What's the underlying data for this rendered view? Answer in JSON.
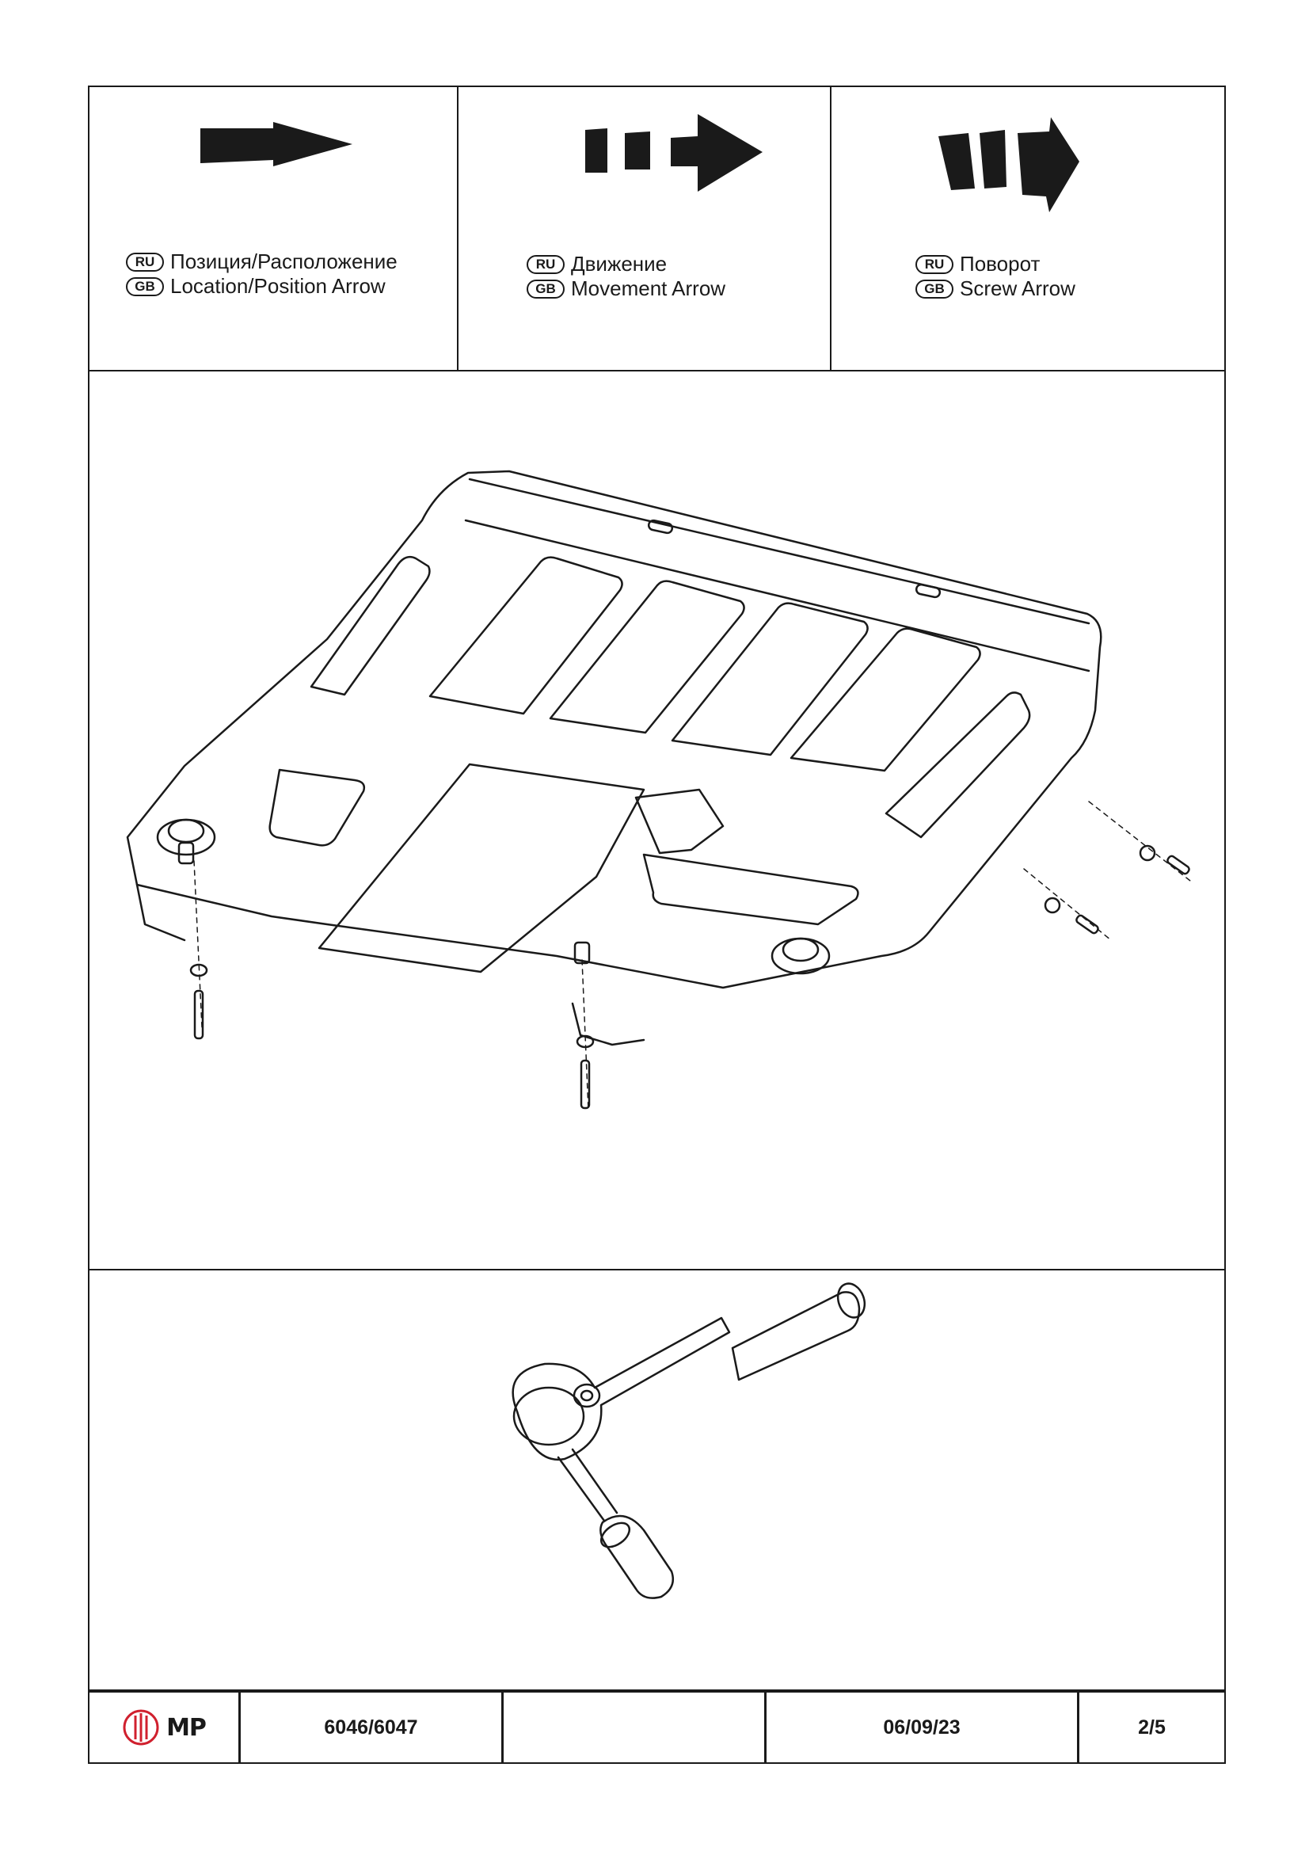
{
  "legend": [
    {
      "ru_badge": "RU",
      "ru_text": "Позиция/Расположение",
      "gb_badge": "GB",
      "gb_text": "Location/Position Arrow",
      "icon": "location-arrow-icon"
    },
    {
      "ru_badge": "RU",
      "ru_text": "Движение",
      "gb_badge": "GB",
      "gb_text": "Movement Arrow",
      "icon": "movement-arrow-icon"
    },
    {
      "ru_badge": "RU",
      "ru_text": "Поворот",
      "gb_badge": "GB",
      "gb_text": "Screw Arrow",
      "icon": "screw-arrow-icon"
    }
  ],
  "drawing": {
    "subject": "skid-plate-assembly",
    "icon": "skid-plate-drawing"
  },
  "tool": {
    "icon": "ratchet-wrench-icon"
  },
  "footer": {
    "logo_text": "MP",
    "brand_color": "#d0202e",
    "part_number": "6046/6047",
    "blank": "",
    "date": "06/09/23",
    "page": "2/5"
  }
}
